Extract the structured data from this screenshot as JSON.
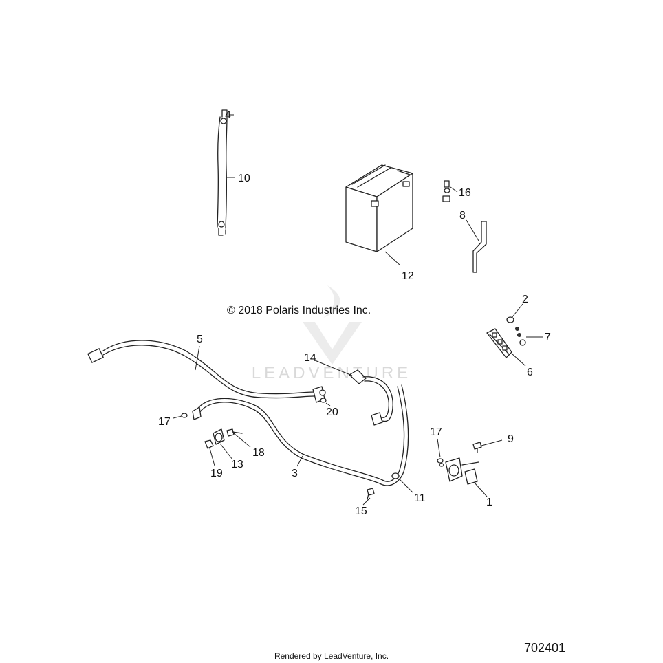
{
  "copyright": "© 2018 Polaris Industries Inc.",
  "watermark": "LEADVENTURE",
  "figure_number": "702401",
  "footer": "Rendered by LeadVenture, Inc.",
  "callouts": {
    "c1": "1",
    "c2": "2",
    "c3": "3",
    "c4": "4",
    "c5": "5",
    "c6": "6",
    "c7": "7",
    "c8": "8",
    "c9": "9",
    "c10": "10",
    "c11": "11",
    "c12": "12",
    "c13": "13",
    "c14": "14",
    "c15": "15",
    "c16": "16",
    "c17a": "17",
    "c17b": "17",
    "c18": "18",
    "c19": "19",
    "c20": "20"
  }
}
